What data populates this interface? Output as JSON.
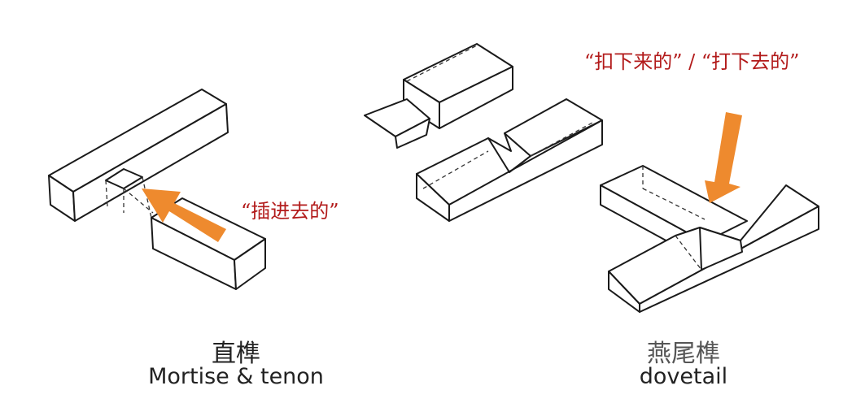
{
  "left": {
    "title_zh": "直榫",
    "title_en": "Mortise & tenon",
    "annotation": "“插进去的”"
  },
  "right": {
    "title_zh": "燕尾榫",
    "title_en": "dovetail",
    "annotation": "“扣下来的” / “打下去的”"
  },
  "colors": {
    "arrow": "#ee8a2e",
    "annotation": "#b21a1a"
  }
}
